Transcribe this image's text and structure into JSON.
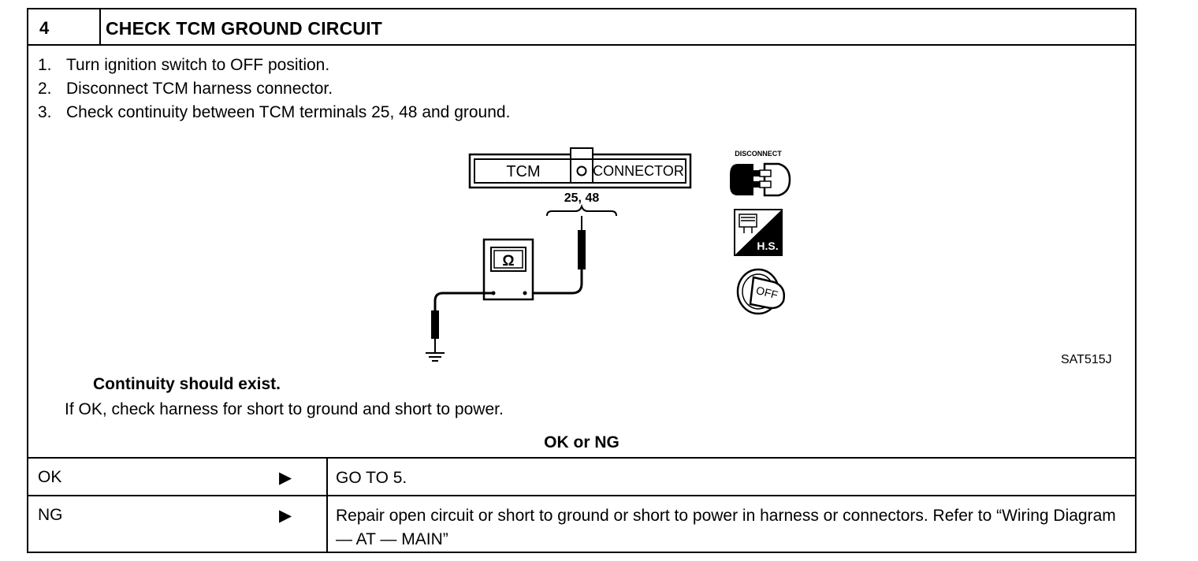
{
  "header": {
    "step_number": "4",
    "title": "CHECK TCM GROUND CIRCUIT"
  },
  "procedure": [
    {
      "num": "1.",
      "text": "Turn ignition switch to OFF position."
    },
    {
      "num": "2.",
      "text": "Disconnect TCM harness connector."
    },
    {
      "num": "3.",
      "text": "Check continuity between TCM terminals 25, 48 and ground."
    }
  ],
  "diagram": {
    "connector_left_label": "TCM",
    "connector_right_label": "CONNECTOR",
    "terminals_label": "25, 48",
    "meter_symbol": "Ω",
    "disconnect_label": "DISCONNECT",
    "hs_label": "H.S.",
    "off_label": "OFF",
    "ref_code": "SAT515J"
  },
  "result": {
    "expected": "Continuity should exist.",
    "note": "If OK, check harness for short to ground and short to power."
  },
  "decision": {
    "heading": "OK or NG",
    "rows": [
      {
        "label": "OK",
        "arrow": "▶",
        "action": "GO TO 5."
      },
      {
        "label": "NG",
        "arrow": "▶",
        "action": "Repair open circuit or short to ground or short to power in harness or connectors. Refer to “Wiring Diagram — AT — MAIN”"
      }
    ]
  },
  "icons": [
    "disconnect-connector-icon",
    "harness-side-icon",
    "ignition-off-key-icon",
    "ohmmeter-icon",
    "ground-symbol-icon"
  ]
}
